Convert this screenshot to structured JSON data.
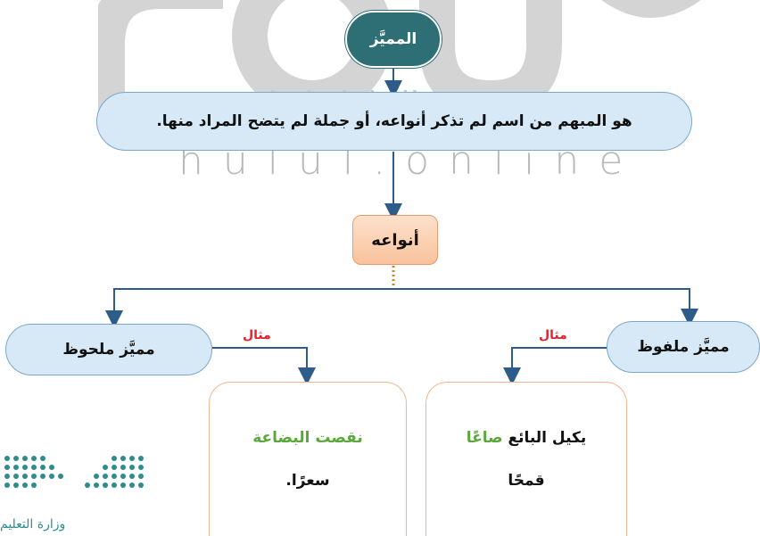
{
  "watermark": {
    "arabic": "الحلول اونلاين",
    "latin": "hulul.online"
  },
  "diagram": {
    "root": "المميَّز",
    "definition": "هو المبهم من اسم لم تذكر أنواعه، أو جملة لم يتضح المراد منها.",
    "types_label": "أنواعه",
    "example_label": "مثال",
    "type_right": "مميَّز ملفوظ",
    "type_left": "مميَّز ملحوظ",
    "example_right": {
      "line1_normal": "يكيل البائع",
      "line1_highlight": "صاعًا",
      "line2": "قمحًا"
    },
    "example_left": {
      "line1_highlight": "نقصت البضاعة",
      "line2": "سعرًا."
    }
  },
  "logo": {
    "ministry_text": "وزارة التعليم"
  },
  "colors": {
    "root": "#2e6e75",
    "pill_fill": "#d7e9f7",
    "pill_border": "#7aa7c9",
    "types_fill": "#f9c29c",
    "example_label": "#e0242c",
    "highlight": "#5aa83a",
    "connector": "#2d5b8a"
  }
}
